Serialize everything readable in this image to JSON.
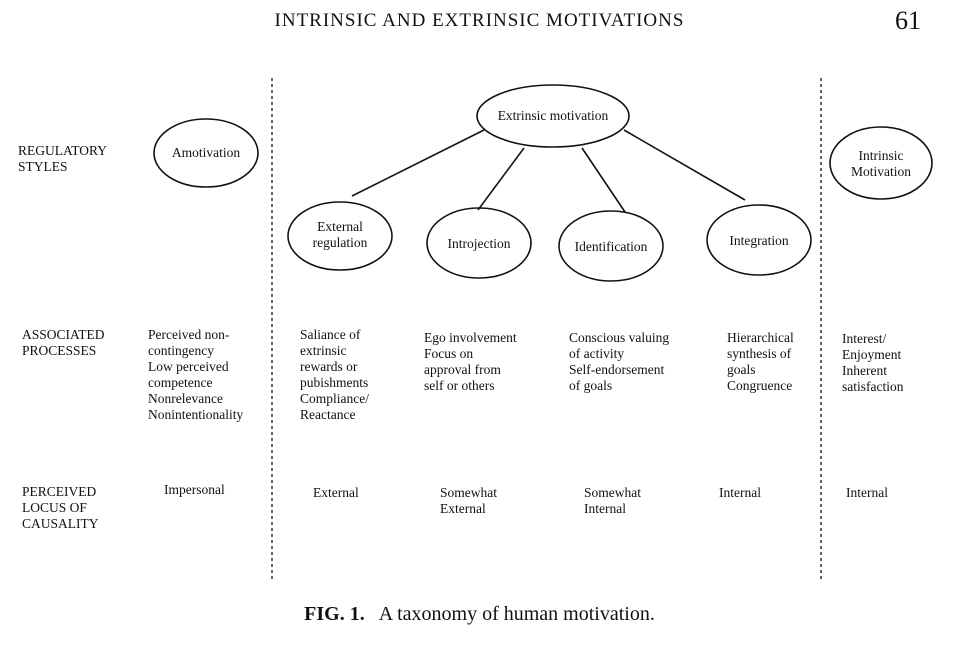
{
  "header": {
    "title": "INTRINSIC AND EXTRINSIC MOTIVATIONS",
    "page_number": "61"
  },
  "row_labels": {
    "regulatory_styles": "REGULATORY\nSTYLES",
    "associated_processes": "ASSOCIATED\nPROCESSES",
    "perceived_locus": "PERCEIVED\nLOCUS OF\nCAUSALITY"
  },
  "nodes": {
    "amotivation": "Amotivation",
    "extrinsic_motivation": "Extrinsic motivation",
    "intrinsic_motivation": "Intrinsic\nMotivation",
    "external_regulation": "External\nregulation",
    "introjection": "Introjection",
    "identification": "Identification",
    "integration": "Integration"
  },
  "processes": {
    "amotivation": "Perceived non-\n   contingency\nLow perceived\n   competence\nNonrelevance\nNonintentionality",
    "external_regulation": "Saliance of\n   extrinsic\n   rewards or\n   pubishments\nCompliance/\nReactance",
    "introjection": "Ego involvement\nFocus on\n   approval from\n   self or others",
    "identification": "Conscious valuing\n   of activity\nSelf-endorsement\nof goals",
    "integration": "Hierarchical\nsynthesis of\ngoals\nCongruence",
    "intrinsic": "Interest/\nEnjoyment\nInherent\nsatisfaction"
  },
  "locus": {
    "amotivation": "Impersonal",
    "external_regulation": "External",
    "introjection": "Somewhat\nExternal",
    "identification": "Somewhat\nInternal",
    "integration": "Internal",
    "intrinsic": "Internal"
  },
  "caption": {
    "label": "FIG. 1.",
    "text": "A taxonomy of human motivation."
  }
}
